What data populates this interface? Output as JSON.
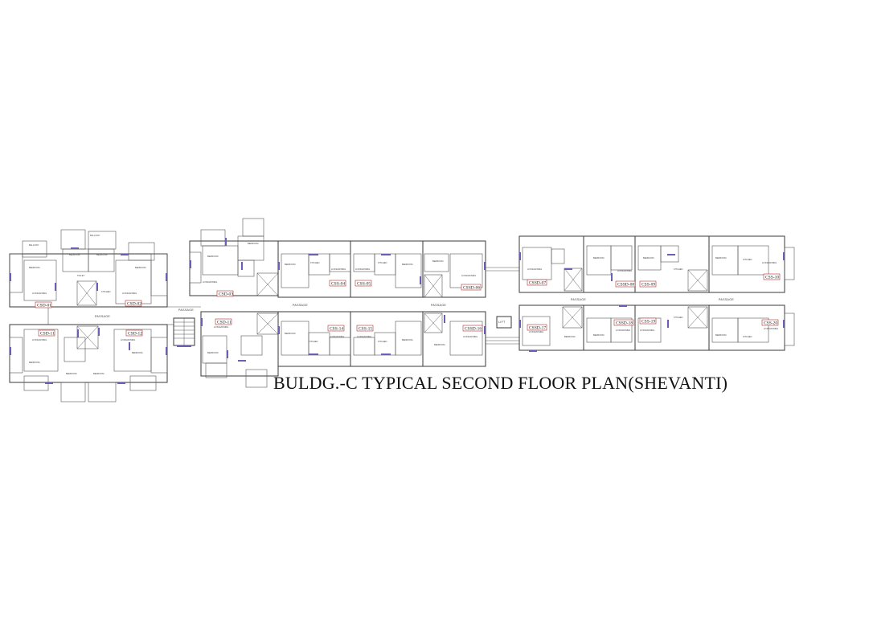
{
  "title": "BULDG.-C TYPICAL SECOND FLOOR PLAN(SHEVANTI)",
  "passages": [
    "PASSAGE",
    "PASSAGE",
    "PASSAGE",
    "PASSAGE",
    "PASSAGE"
  ],
  "lift_label": "LIFT",
  "units": {
    "csd01": "CSD-01",
    "csd02": "CSD-02",
    "csd03": "CSD-03",
    "css04": "CSS-04",
    "css05": "CSS-05",
    "cssd06": "CSSD-06",
    "cssd07": "CSSD-07",
    "cssd08": "CSSD-08",
    "css09": "CSS-09",
    "css10": "CSS-10",
    "csd11a": "CSD-11",
    "csd11b": "CSD-11",
    "csd12": "CSD-12",
    "css14": "CSS-14",
    "css15": "CSS-15",
    "cssd16": "CSSD-16",
    "cssd17": "CSSD-17",
    "cssd18": "CSSD-18",
    "css19": "CSS-19",
    "css20": "CSS-20"
  },
  "rooms": {
    "bedroom": "BEDROOM",
    "living": "LIVING/DINING",
    "kitchen": "KITCHEN",
    "toilet": "TOILET",
    "balcony": "BALCONY",
    "dress": "DRESS",
    "wc": "W.C."
  },
  "colors": {
    "window": "#6a5fb5",
    "tag_border": "#b03030",
    "line": "#3a3a3a"
  }
}
